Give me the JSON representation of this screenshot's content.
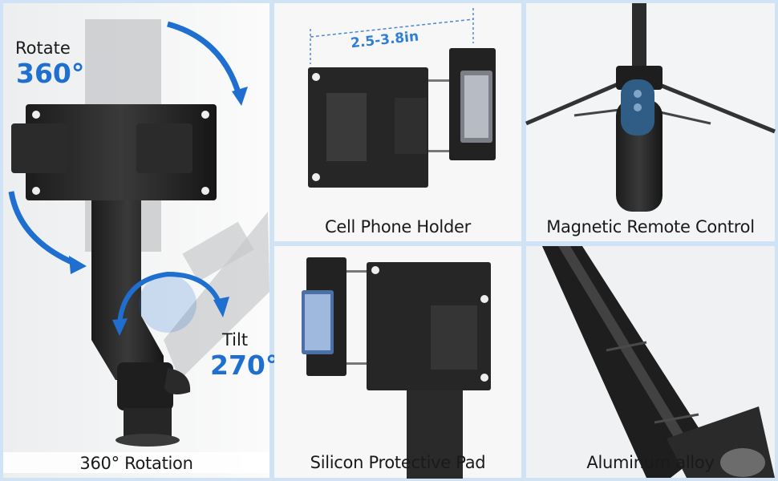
{
  "panels": {
    "rotation": {
      "rotate_word": "Rotate",
      "rotate_value": "360°",
      "tilt_word": "Tilt",
      "tilt_value": "270°",
      "caption": "360° Rotation"
    },
    "holder": {
      "width_range": "2.5-3.8in",
      "caption": "Cell Phone Holder"
    },
    "remote": {
      "caption": "Magnetic Remote Control"
    },
    "pad": {
      "caption": "Silicon Protective Pad"
    },
    "alloy": {
      "caption": "Aluminum alloy"
    }
  },
  "colors": {
    "accent_blue": "#1f6fd1",
    "background": "#cfe3f5"
  }
}
